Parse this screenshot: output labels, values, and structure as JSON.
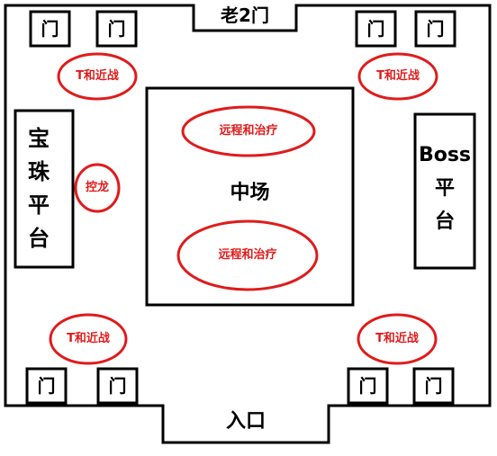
{
  "top_gate": "老2门",
  "entrance": "入口",
  "center_label": "中场",
  "left_platform": [
    "宝",
    "珠",
    "平",
    "台"
  ],
  "right_platform": [
    "Boss",
    "平",
    "台"
  ],
  "door_label": "门",
  "zones": {
    "tank_melee": "T和近战",
    "ranged_heal": "远程和治疗",
    "dragon_control": "控龙"
  },
  "colors": {
    "walls": "#000000",
    "markers": "#e01b1b",
    "background": "#ffffff"
  }
}
